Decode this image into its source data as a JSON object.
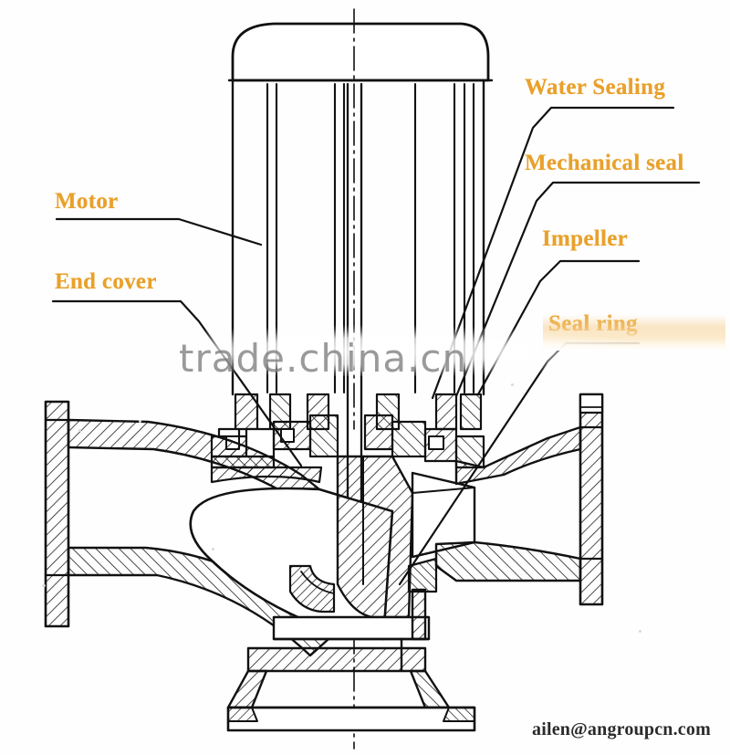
{
  "diagram": {
    "title": "Vertical inline centrifugal pump cross-section",
    "background_color": "#ffffff",
    "line_color": "#111111",
    "label_color": "#E9A12B"
  },
  "labels": [
    {
      "id": "motor",
      "text": "Motor",
      "side": "left"
    },
    {
      "id": "end_cover",
      "text": "End cover",
      "side": "left"
    },
    {
      "id": "water_sealing",
      "text": "Water Sealing",
      "side": "right"
    },
    {
      "id": "mechanical_seal",
      "text": "Mechanical seal",
      "side": "right"
    },
    {
      "id": "impeller",
      "text": "Impeller",
      "side": "right"
    },
    {
      "id": "seal_ring",
      "text": "Seal ring",
      "side": "right"
    }
  ],
  "watermark": {
    "text": "trade.china.cn",
    "color": "#7d7d7d"
  },
  "footer": {
    "email": "ailen@angroupcn.com"
  },
  "parts": {
    "motor_housing": "Motor housing with domed top cap",
    "motor_shaft": "Vertical drive shaft on centerline",
    "pump_casing": "Volute pump casing, hatched section",
    "inlet_flange": "Left suction flange",
    "outlet_flange": "Right discharge flange",
    "base_pedestal": "Trapezoidal base pedestal with foot plate"
  }
}
